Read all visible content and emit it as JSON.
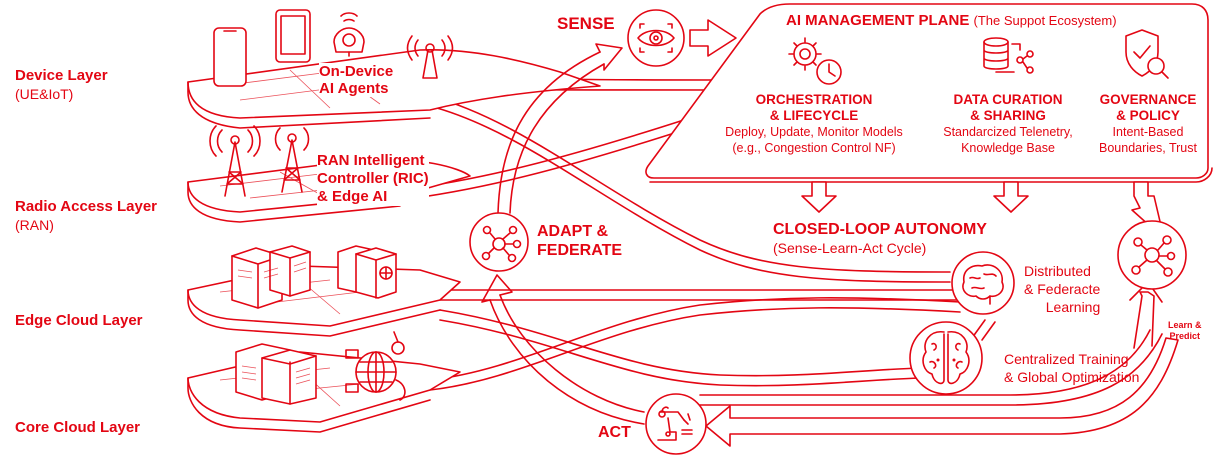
{
  "layers": [
    {
      "title": "Device Layer",
      "subtitle": "(UE&IoT)"
    },
    {
      "title": "Radio Access Layer",
      "subtitle": "(RAN)"
    },
    {
      "title": "Edge Cloud Layer",
      "subtitle": ""
    },
    {
      "title": "Core Cloud Layer",
      "subtitle": ""
    }
  ],
  "platform_labels": {
    "device": [
      "On-Device",
      "AI Agents"
    ],
    "ran": [
      "RAN Intelligent",
      "Controller (RIC)",
      "& Edge AI"
    ]
  },
  "cycle": {
    "sense": "SENSE",
    "adapt": [
      "ADAPT &",
      "FEDERATE"
    ],
    "act": "ACT",
    "closed_loop_title": "CLOSED-LOOP AUTONOMY",
    "closed_loop_sub": "(Sense-Learn-Act Cycle)",
    "learn_predict": [
      "Learn &",
      "Predict"
    ]
  },
  "management_plane": {
    "title": "AI MANAGEMENT PLANE",
    "subtitle": "(The Suppot Ecosystem)",
    "pillars": [
      {
        "icon": "gear-clock-icon",
        "title": [
          "ORCHESTRATION",
          "& LIFECYCLE"
        ],
        "desc": [
          "Deploy, Update, Monitor Models",
          "(e.g., Congestion Control NF)"
        ]
      },
      {
        "icon": "database-share-icon",
        "title": [
          "DATA CURATION",
          "& SHARING"
        ],
        "desc": [
          "Standarcized Telenetry,",
          "Knowledge Base"
        ]
      },
      {
        "icon": "shield-check-icon",
        "title": [
          "GOVERNANCE",
          "& POLICY"
        ],
        "desc": [
          "Intent-Based",
          "Boundaries, Trust"
        ]
      }
    ]
  },
  "learning": {
    "distributed": [
      "Distributed",
      "& Federacte",
      "Learning"
    ],
    "centralized": [
      "Centralized Training",
      "& Global Optimization"
    ]
  },
  "colors": {
    "accent": "#e30613",
    "background": "#ffffff"
  }
}
